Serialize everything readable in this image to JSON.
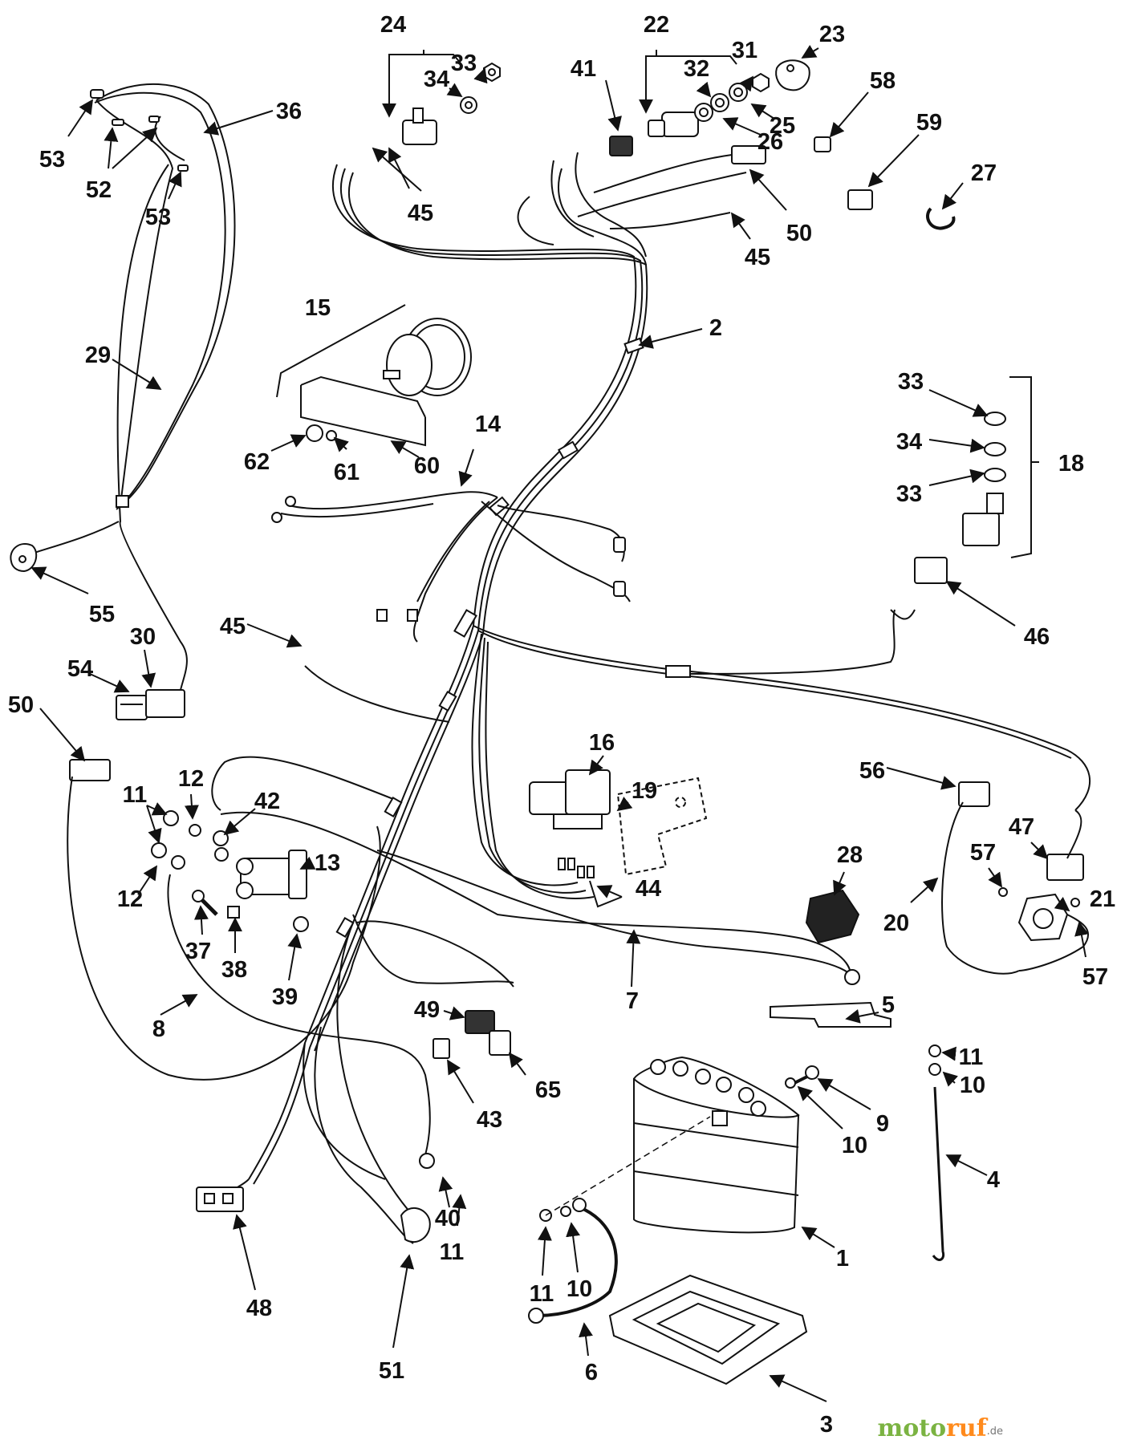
{
  "diagram": {
    "callouts": [
      {
        "id": "c24a",
        "label": "24"
      },
      {
        "id": "c33a",
        "label": "33"
      },
      {
        "id": "c34a",
        "label": "34"
      },
      {
        "id": "c22",
        "label": "22"
      },
      {
        "id": "c31",
        "label": "31"
      },
      {
        "id": "c23",
        "label": "23"
      },
      {
        "id": "c32",
        "label": "32"
      },
      {
        "id": "c41",
        "label": "41"
      },
      {
        "id": "c58",
        "label": "58"
      },
      {
        "id": "c26",
        "label": "26"
      },
      {
        "id": "c25",
        "label": "25"
      },
      {
        "id": "c59",
        "label": "59"
      },
      {
        "id": "c36",
        "label": "36"
      },
      {
        "id": "c53a",
        "label": "53"
      },
      {
        "id": "c52",
        "label": "52"
      },
      {
        "id": "c53b",
        "label": "53"
      },
      {
        "id": "c45a",
        "label": "45"
      },
      {
        "id": "c50a",
        "label": "50"
      },
      {
        "id": "c27",
        "label": "27"
      },
      {
        "id": "c45b",
        "label": "45"
      },
      {
        "id": "c2",
        "label": "2"
      },
      {
        "id": "c15",
        "label": "15"
      },
      {
        "id": "c29",
        "label": "29"
      },
      {
        "id": "c33b",
        "label": "33"
      },
      {
        "id": "c34b",
        "label": "34"
      },
      {
        "id": "c18",
        "label": "18"
      },
      {
        "id": "c33c",
        "label": "33"
      },
      {
        "id": "c14",
        "label": "14"
      },
      {
        "id": "c62",
        "label": "62"
      },
      {
        "id": "c61",
        "label": "61"
      },
      {
        "id": "c60",
        "label": "60"
      },
      {
        "id": "c55",
        "label": "55"
      },
      {
        "id": "c46",
        "label": "46"
      },
      {
        "id": "c30",
        "label": "30"
      },
      {
        "id": "c45c",
        "label": "45"
      },
      {
        "id": "c54",
        "label": "54"
      },
      {
        "id": "c50b",
        "label": "50"
      },
      {
        "id": "c16",
        "label": "16"
      },
      {
        "id": "c19",
        "label": "19"
      },
      {
        "id": "c56",
        "label": "56"
      },
      {
        "id": "c12a",
        "label": "12"
      },
      {
        "id": "c11a",
        "label": "11"
      },
      {
        "id": "c42",
        "label": "42"
      },
      {
        "id": "c13",
        "label": "13"
      },
      {
        "id": "c28",
        "label": "28"
      },
      {
        "id": "c47",
        "label": "47"
      },
      {
        "id": "c57a",
        "label": "57"
      },
      {
        "id": "c44",
        "label": "44"
      },
      {
        "id": "c12b",
        "label": "12"
      },
      {
        "id": "c21",
        "label": "21"
      },
      {
        "id": "c37",
        "label": "37"
      },
      {
        "id": "c38",
        "label": "38"
      },
      {
        "id": "c20",
        "label": "20"
      },
      {
        "id": "c57b",
        "label": "57"
      },
      {
        "id": "c39",
        "label": "39"
      },
      {
        "id": "c7",
        "label": "7"
      },
      {
        "id": "c8",
        "label": "8"
      },
      {
        "id": "c49",
        "label": "49"
      },
      {
        "id": "c5",
        "label": "5"
      },
      {
        "id": "c11b",
        "label": "11"
      },
      {
        "id": "c10a",
        "label": "10"
      },
      {
        "id": "c65",
        "label": "65"
      },
      {
        "id": "c9",
        "label": "9"
      },
      {
        "id": "c43",
        "label": "43"
      },
      {
        "id": "c10b",
        "label": "10"
      },
      {
        "id": "c4",
        "label": "4"
      },
      {
        "id": "c40",
        "label": "40"
      },
      {
        "id": "c11c",
        "label": "11"
      },
      {
        "id": "c1",
        "label": "1"
      },
      {
        "id": "c48",
        "label": "48"
      },
      {
        "id": "c11d",
        "label": "11"
      },
      {
        "id": "c10c",
        "label": "10"
      },
      {
        "id": "c51",
        "label": "51"
      },
      {
        "id": "c6",
        "label": "6"
      },
      {
        "id": "c3",
        "label": "3"
      }
    ]
  },
  "watermark": {
    "part1": "moto",
    "part2": "ruf",
    "suffix": ".de"
  }
}
